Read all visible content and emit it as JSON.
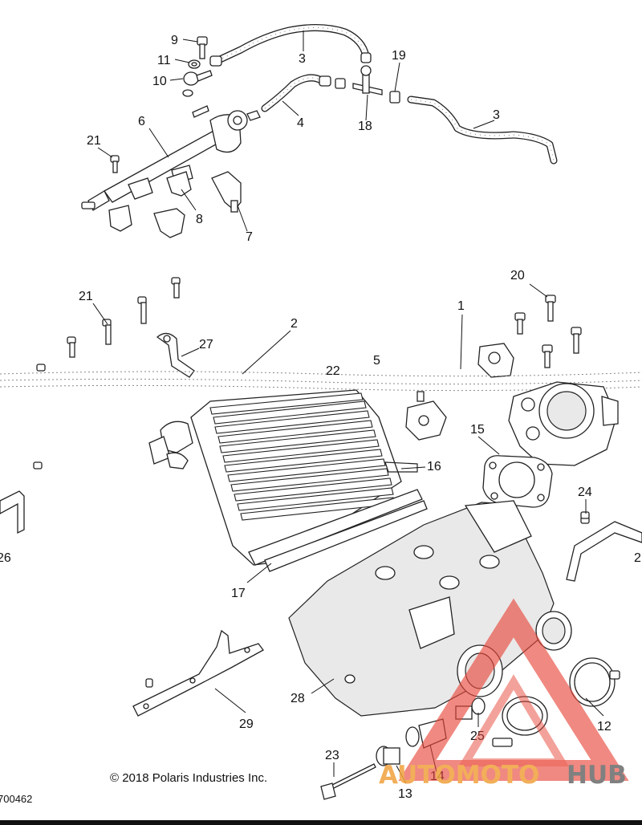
{
  "diagram": {
    "callouts": [
      {
        "id": "c9",
        "text": "9"
      },
      {
        "id": "c11",
        "text": "11"
      },
      {
        "id": "c10",
        "text": "10"
      },
      {
        "id": "c3a",
        "text": "3"
      },
      {
        "id": "c19",
        "text": "19"
      },
      {
        "id": "c6",
        "text": "6"
      },
      {
        "id": "c4",
        "text": "4"
      },
      {
        "id": "c18",
        "text": "18"
      },
      {
        "id": "c3b",
        "text": "3"
      },
      {
        "id": "c21a",
        "text": "21"
      },
      {
        "id": "c8",
        "text": "8"
      },
      {
        "id": "c7",
        "text": "7"
      },
      {
        "id": "c20",
        "text": "20"
      },
      {
        "id": "c21b",
        "text": "21"
      },
      {
        "id": "c1",
        "text": "1"
      },
      {
        "id": "c2",
        "text": "2"
      },
      {
        "id": "c27",
        "text": "27"
      },
      {
        "id": "c22",
        "text": "22"
      },
      {
        "id": "c5",
        "text": "5"
      },
      {
        "id": "c15",
        "text": "15"
      },
      {
        "id": "c16",
        "text": "16"
      },
      {
        "id": "c24",
        "text": "24"
      },
      {
        "id": "c26",
        "text": "26"
      },
      {
        "id": "c2b",
        "text": "2"
      },
      {
        "id": "c17",
        "text": "17"
      },
      {
        "id": "c28",
        "text": "28"
      },
      {
        "id": "c29",
        "text": "29"
      },
      {
        "id": "c25",
        "text": "25"
      },
      {
        "id": "c12",
        "text": "12"
      },
      {
        "id": "c23",
        "text": "23"
      },
      {
        "id": "c14",
        "text": "14"
      },
      {
        "id": "c13",
        "text": "13"
      }
    ],
    "copyright": "© 2018 Polaris Industries Inc.",
    "figure_number": "700462"
  },
  "watermark": {
    "text_auto": "AUTOMOTO",
    "text_hub": "HUB",
    "accent_color": "#f0a13c",
    "hub_color": "#6b6b6b",
    "triangle_color": "#e8473a"
  }
}
